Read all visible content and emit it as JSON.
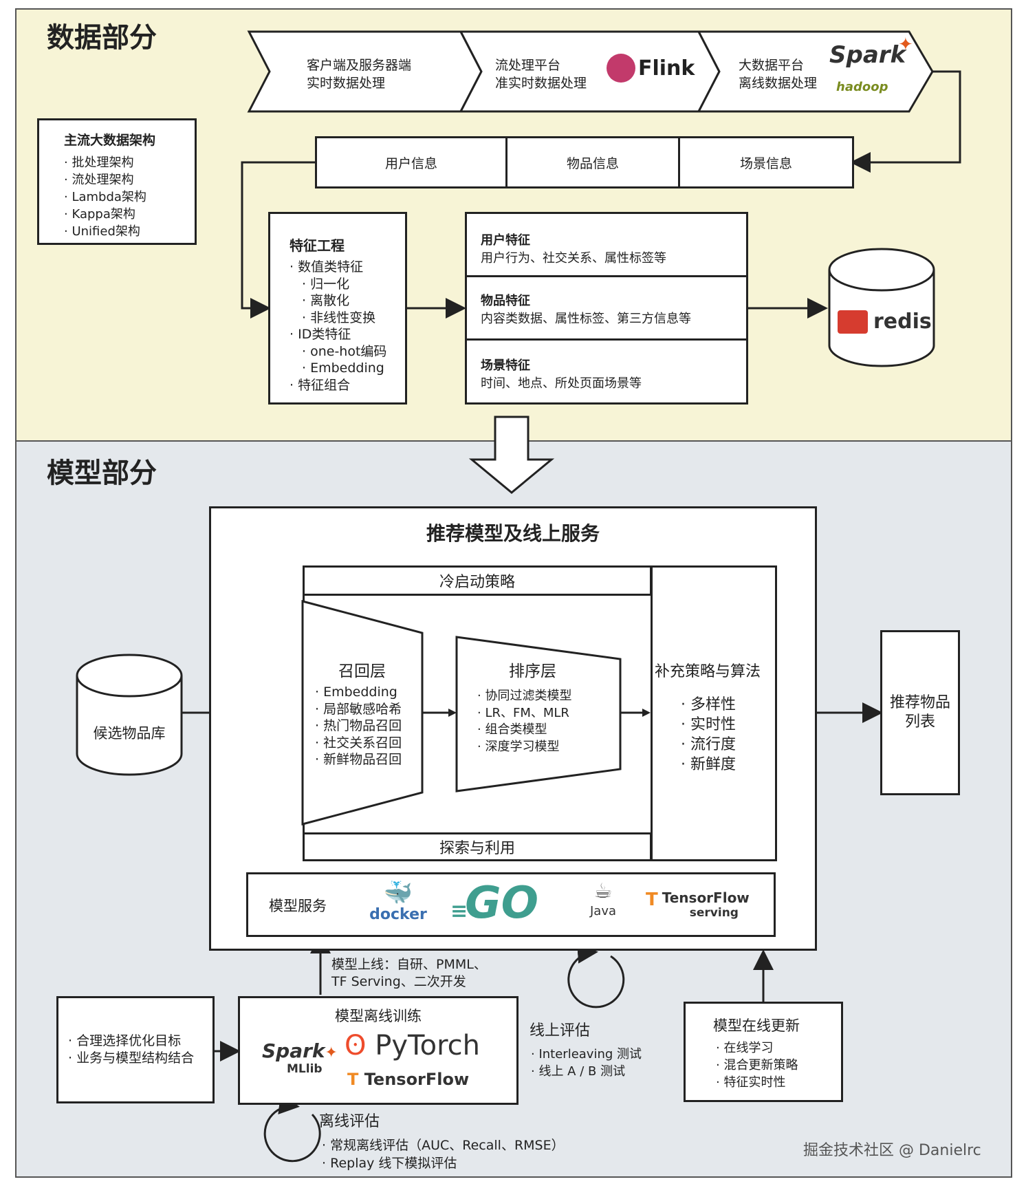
{
  "data_section": {
    "title": "数据部分",
    "pipeline": [
      {
        "line1": "客户端及服务器端",
        "line2": "实时数据处理",
        "logo": ""
      },
      {
        "line1": "流处理平台",
        "line2": "准实时数据处理",
        "logo": "Flink"
      },
      {
        "line1": "大数据平台",
        "line2": "离线数据处理",
        "logo": "Spark",
        "logo2": "hadoop"
      }
    ],
    "architecture": {
      "title": "主流大数据架构",
      "items": [
        "批处理架构",
        "流处理架构",
        "Lambda架构",
        "Kappa架构",
        "Unified架构"
      ]
    },
    "info": [
      "用户信息",
      "物品信息",
      "场景信息"
    ],
    "feature_engineering": {
      "title": "特征工程",
      "items": [
        {
          "text": "数值类特征",
          "level": 0
        },
        {
          "text": "归一化",
          "level": 1
        },
        {
          "text": "离散化",
          "level": 1
        },
        {
          "text": "非线性变换",
          "level": 1
        },
        {
          "text": "ID类特征",
          "level": 0
        },
        {
          "text": "one-hot编码",
          "level": 1
        },
        {
          "text": "Embedding",
          "level": 1
        },
        {
          "text": "特征组合",
          "level": 0
        }
      ]
    },
    "features": [
      {
        "title": "用户特征",
        "desc": "用户行为、社交关系、属性标签等"
      },
      {
        "title": "物品特征",
        "desc": "内容类数据、属性标签、第三方信息等"
      },
      {
        "title": "场景特征",
        "desc": "时间、地点、所处页面场景等"
      }
    ],
    "store": "redis"
  },
  "model_section": {
    "title": "模型部分",
    "service_title": "推荐模型及线上服务",
    "cold_start": "冷启动策略",
    "explore": "探索与利用",
    "candidate": "候选物品库",
    "recall": {
      "title": "召回层",
      "items": [
        "Embedding",
        "局部敏感哈希",
        "热门物品召回",
        "社交关系召回",
        "新鲜物品召回"
      ]
    },
    "rank": {
      "title": "排序层",
      "items": [
        "协同过滤类模型",
        "LR、FM、MLR",
        "组合类模型",
        "深度学习模型"
      ]
    },
    "supplement": {
      "title": "补充策略与算法",
      "items": [
        "多样性",
        "实时性",
        "流行度",
        "新鲜度"
      ]
    },
    "output": {
      "line1": "推荐物品",
      "line2": "列表"
    },
    "serving": {
      "label": "模型服务",
      "logos": [
        "docker",
        "GO",
        "Java",
        "TensorFlow",
        "serving"
      ]
    },
    "deploy_note": {
      "line1": "模型上线：自研、PMML、",
      "line2": "TF Serving、二次开发"
    },
    "goals": {
      "items": [
        "合理选择优化目标",
        "业务与模型结构结合"
      ]
    },
    "offline_training": {
      "title": "模型离线训练",
      "logos": [
        "Spark",
        "MLlib",
        "PyTorch",
        "TensorFlow"
      ]
    },
    "online_eval": {
      "title": "线上评估",
      "items": [
        "Interleaving 测试",
        "线上 A / B 测试"
      ]
    },
    "online_update": {
      "title": "模型在线更新",
      "items": [
        "在线学习",
        "混合更新策略",
        "特征实时性"
      ]
    },
    "offline_eval": {
      "title": "离线评估",
      "items": [
        "常规离线评估（AUC、Recall、RMSE）",
        "Replay 线下模拟评估"
      ]
    }
  },
  "watermark": "掘金技术社区 @ Danielrc",
  "colors": {
    "data_bg": "#f7f4d6",
    "model_bg": "#e4e8ec",
    "redis": "#d63c2f",
    "go": "#3f9e8f",
    "docker": "#3a7fc1",
    "tensorflow": "#f08a24",
    "flink": "#c23a6b"
  }
}
